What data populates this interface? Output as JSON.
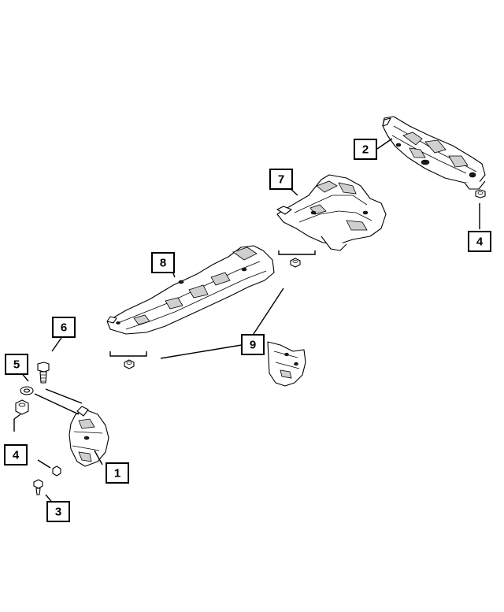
{
  "callouts": [
    {
      "id": "callout-1",
      "label": "1"
    },
    {
      "id": "callout-2",
      "label": "2"
    },
    {
      "id": "callout-3",
      "label": "3"
    },
    {
      "id": "callout-4a",
      "label": "4"
    },
    {
      "id": "callout-4b",
      "label": "4"
    },
    {
      "id": "callout-5",
      "label": "5"
    },
    {
      "id": "callout-6",
      "label": "6"
    },
    {
      "id": "callout-7",
      "label": "7"
    },
    {
      "id": "callout-8",
      "label": "8"
    },
    {
      "id": "callout-9",
      "label": "9"
    }
  ]
}
